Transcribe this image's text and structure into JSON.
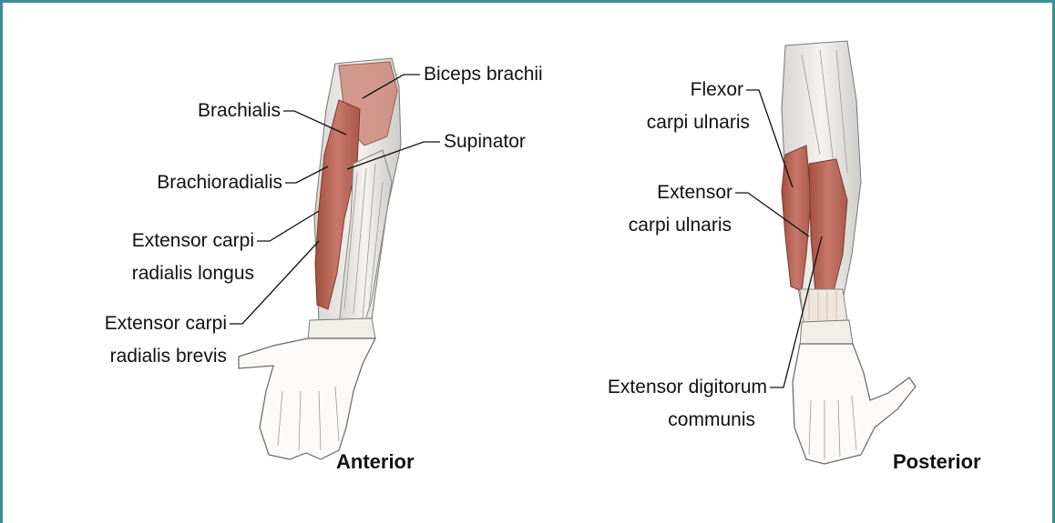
{
  "colors": {
    "border": "#3a8e96",
    "muscle": "#b5614f",
    "muscle_light": "#d9958a",
    "tendon": "#e9e6e1",
    "outline": "#555555"
  },
  "anterior": {
    "title": "Anterior",
    "labels": {
      "biceps_brachii": "Biceps brachii",
      "brachialis": "Brachialis",
      "supinator": "Supinator",
      "brachioradialis": "Brachioradialis",
      "ecrl_line1": "Extensor carpi",
      "ecrl_line2": "radialis longus",
      "ecrb_line1": "Extensor carpi",
      "ecrb_line2": "radialis brevis"
    }
  },
  "posterior": {
    "title": "Posterior",
    "labels": {
      "fcu_line1": "Flexor",
      "fcu_line2": "carpi ulnaris",
      "ecu_line1": "Extensor",
      "ecu_line2": "carpi ulnaris",
      "edc_line1": "Extensor digitorum",
      "edc_line2": "communis"
    }
  }
}
